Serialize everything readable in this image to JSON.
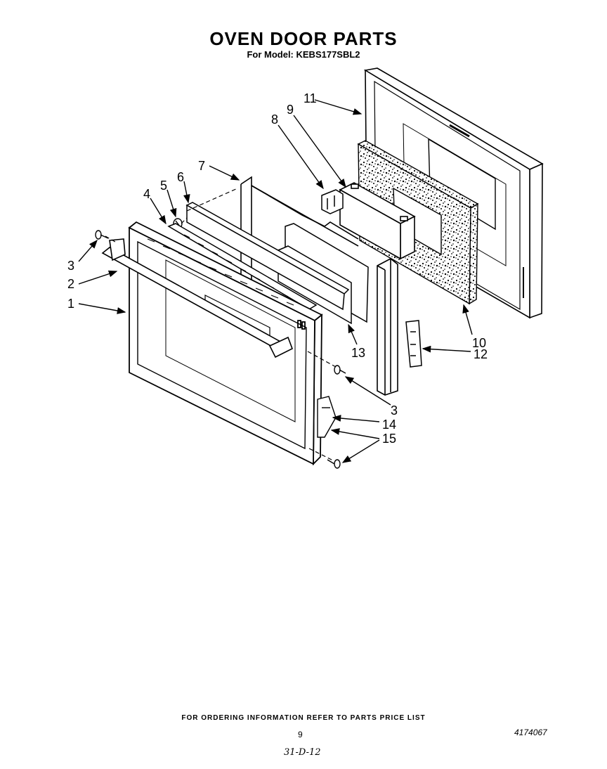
{
  "header": {
    "title": "OVEN DOOR PARTS",
    "model": "For Model: KEBS177SBL2"
  },
  "callouts": [
    {
      "id": "c1",
      "label": "1"
    },
    {
      "id": "c2",
      "label": "2"
    },
    {
      "id": "c3a",
      "label": "3"
    },
    {
      "id": "c3b",
      "label": "3"
    },
    {
      "id": "c4",
      "label": "4"
    },
    {
      "id": "c5",
      "label": "5"
    },
    {
      "id": "c6",
      "label": "6"
    },
    {
      "id": "c7",
      "label": "7"
    },
    {
      "id": "c8",
      "label": "8"
    },
    {
      "id": "c9",
      "label": "9"
    },
    {
      "id": "c10",
      "label": "10"
    },
    {
      "id": "c11",
      "label": "11"
    },
    {
      "id": "c12",
      "label": "12"
    },
    {
      "id": "c13",
      "label": "13"
    },
    {
      "id": "c14",
      "label": "14"
    },
    {
      "id": "c15",
      "label": "15"
    }
  ],
  "footer": {
    "ordering_note": "FOR ORDERING INFORMATION REFER TO PARTS PRICE LIST",
    "page_number": "9",
    "document_number": "4174067",
    "handwritten_note": "31-D-12"
  }
}
